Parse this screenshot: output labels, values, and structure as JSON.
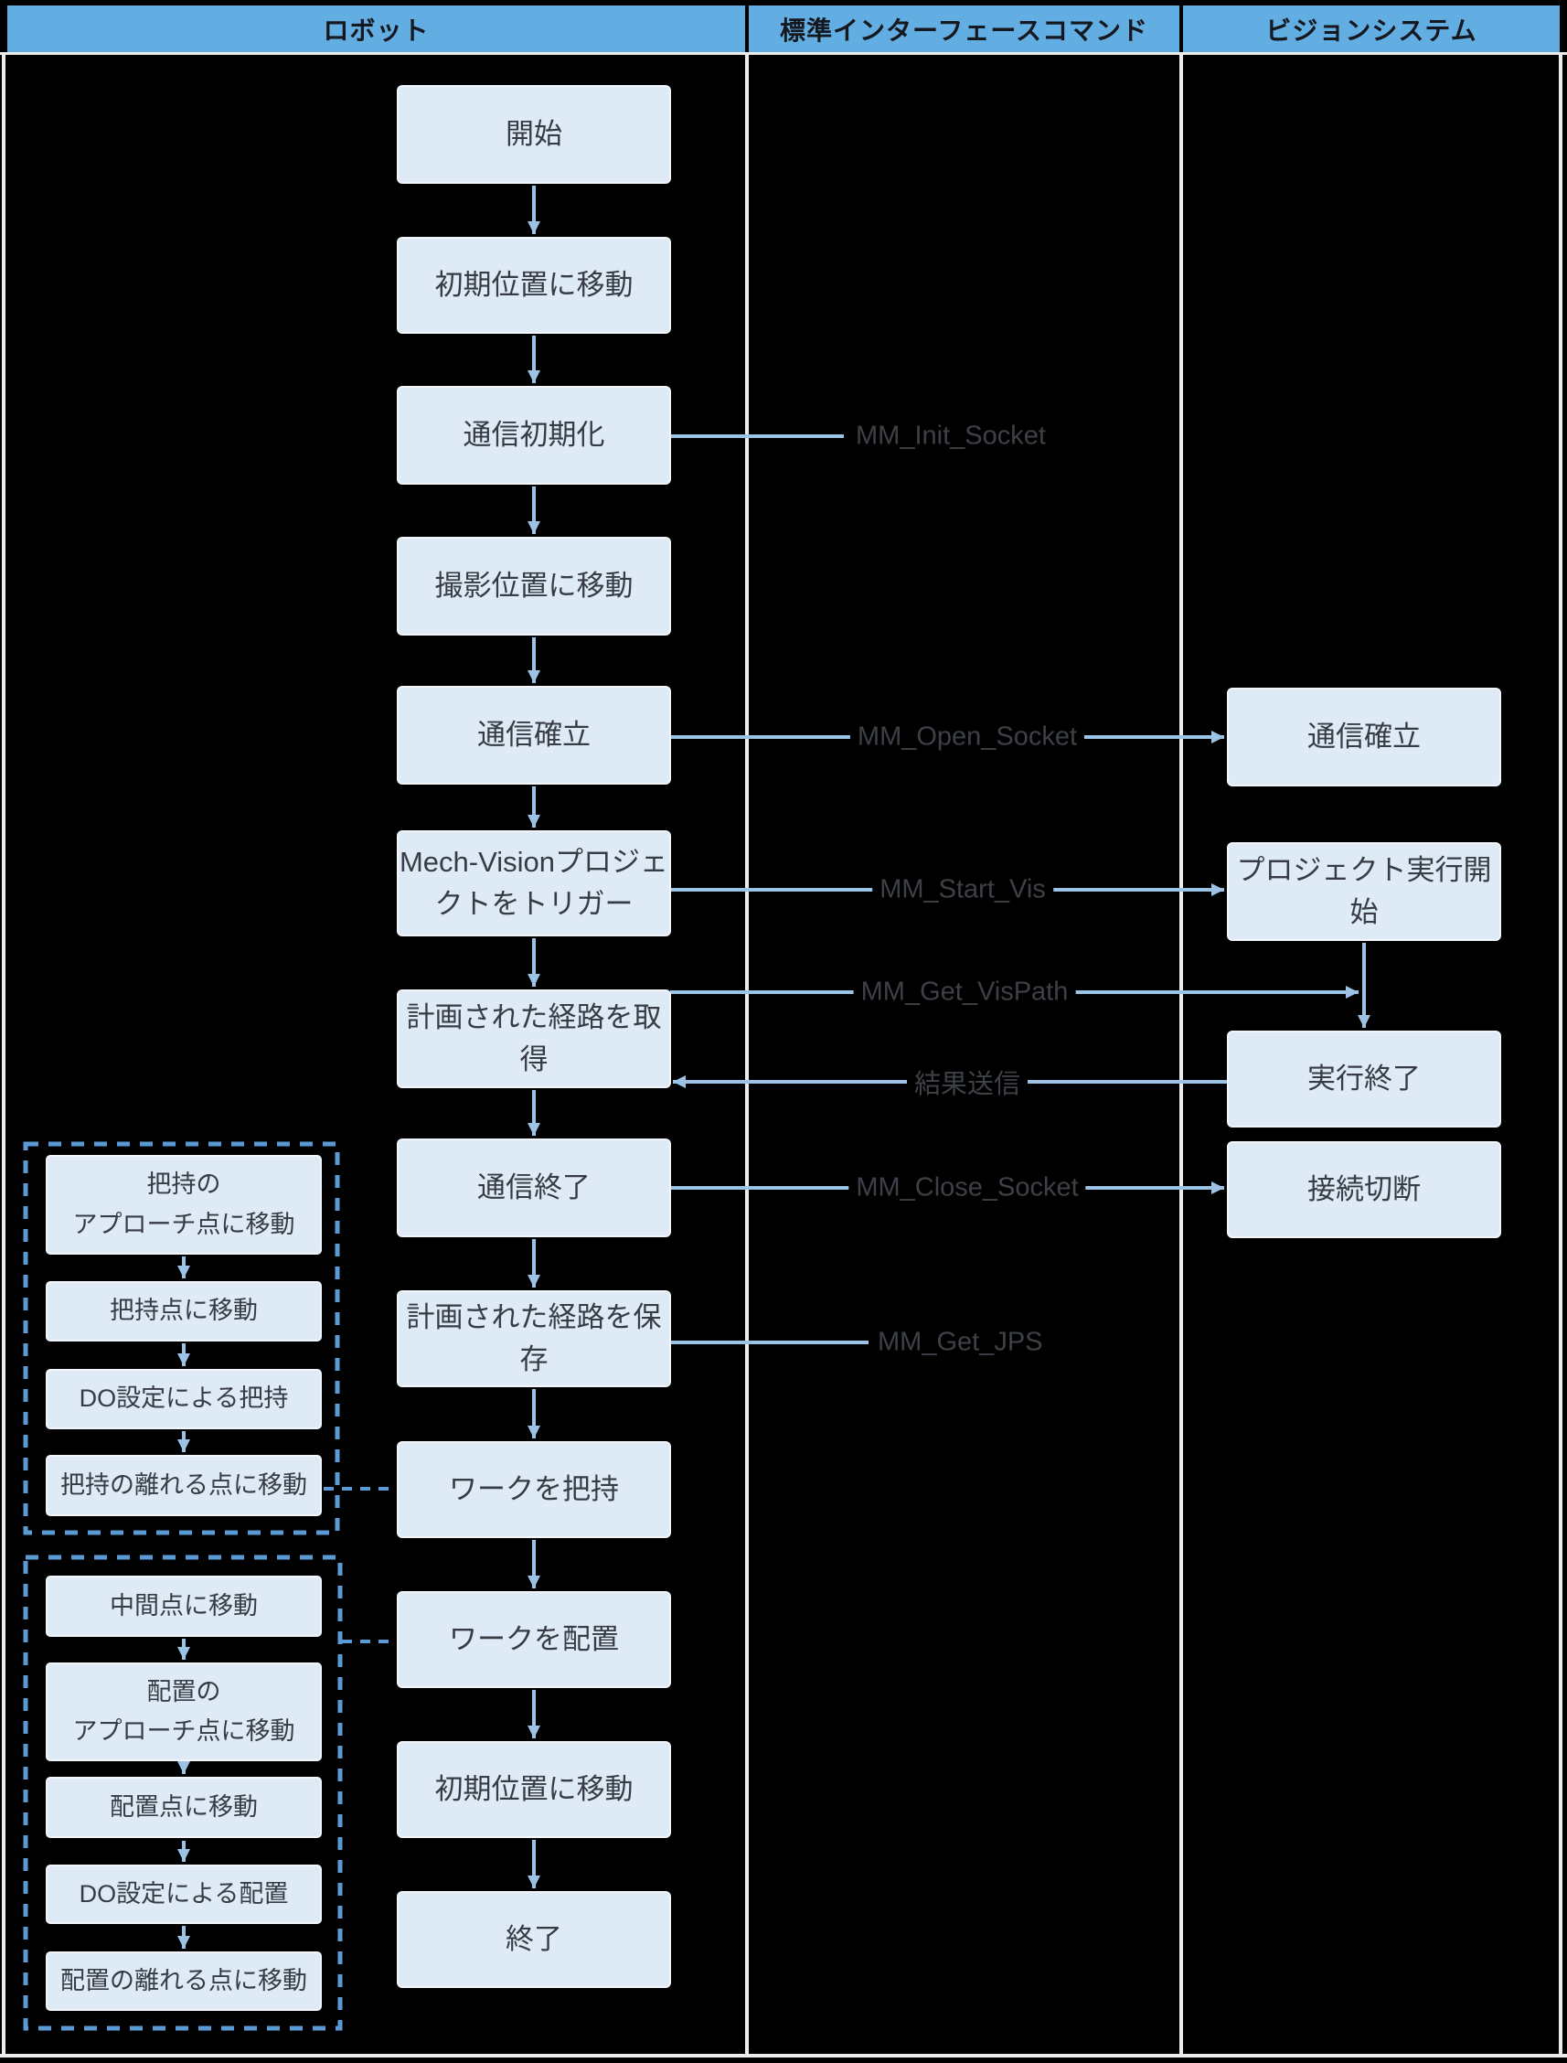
{
  "header": {
    "columns": [
      "ロボット",
      "標準インターフェースコマンド",
      "ビジョンシステム"
    ]
  },
  "robot_steps": [
    "開始",
    "初期位置に移動",
    "通信初期化",
    "撮影位置に移動",
    "通信確立",
    "Mech-Visionプロジェ\nクトをトリガー",
    "計画された経路を取得",
    "通信終了",
    "計画された経路を保存",
    "ワークを把持",
    "ワークを配置",
    "初期位置に移動",
    "終了"
  ],
  "vision_steps": [
    "通信確立",
    "プロジェクト実行開始",
    "実行終了",
    "接続切断"
  ],
  "commands": {
    "init": "MM_Init_Socket",
    "open": "MM_Open_Socket",
    "start_vis": "MM_Start_Vis",
    "get_vispath": "MM_Get_VisPath",
    "result": "結果送信",
    "close": "MM_Close_Socket",
    "get_jps": "MM_Get_JPS"
  },
  "grasp_group_steps": [
    "把持の\nアプローチ点に移動",
    "把持点に移動",
    "DO設定による把持",
    "把持の離れる点に移動"
  ],
  "place_group_steps": [
    "中間点に移動",
    "配置の\nアプローチ点に移動",
    "配置点に移動",
    "DO設定による配置",
    "配置の離れる点に移動"
  ],
  "colors": {
    "header_bg": "#62ADE2",
    "node_fill": "#DEEAF6",
    "arrow_blue": "#9CC3E6",
    "dashed_blue": "#5B9BD5",
    "frame_line": "#ECECEC",
    "node_text": "#373C44",
    "label_text": "#3D4147"
  }
}
